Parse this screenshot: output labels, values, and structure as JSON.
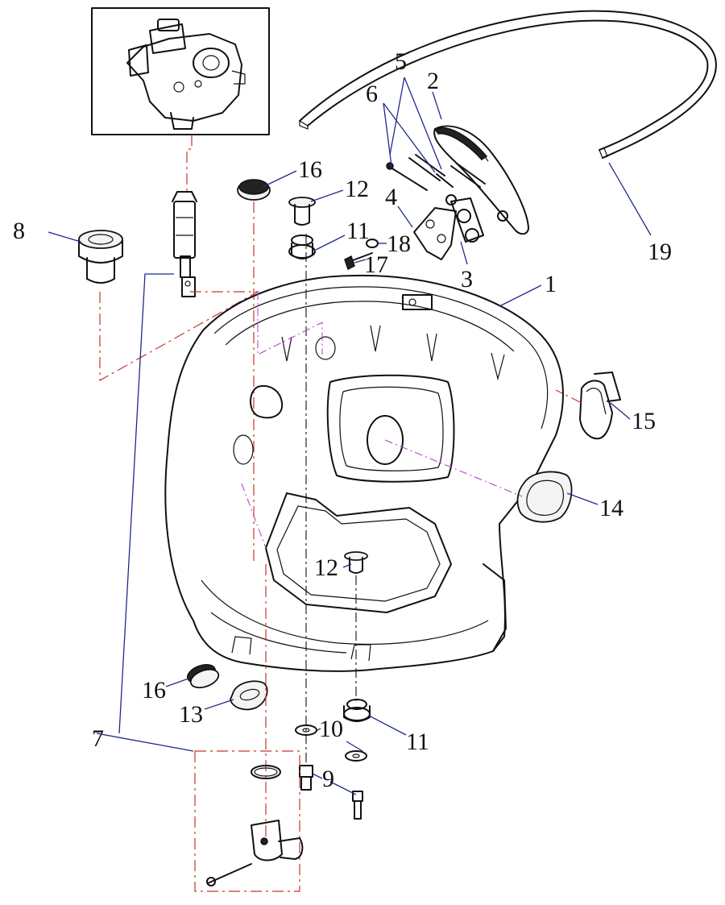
{
  "diagram": {
    "callouts": [
      {
        "id": "c1",
        "text": "1"
      },
      {
        "id": "c2",
        "text": "2"
      },
      {
        "id": "c3",
        "text": "3"
      },
      {
        "id": "c4",
        "text": "4"
      },
      {
        "id": "c5",
        "text": "5"
      },
      {
        "id": "c6",
        "text": "6"
      },
      {
        "id": "c7",
        "text": "7"
      },
      {
        "id": "c8",
        "text": "8"
      },
      {
        "id": "c9",
        "text": "9"
      },
      {
        "id": "c10",
        "text": "10"
      },
      {
        "id": "c11a",
        "text": "11"
      },
      {
        "id": "c11b",
        "text": "11"
      },
      {
        "id": "c12a",
        "text": "12"
      },
      {
        "id": "c12b",
        "text": "12"
      },
      {
        "id": "c13",
        "text": "13"
      },
      {
        "id": "c14",
        "text": "14"
      },
      {
        "id": "c15",
        "text": "15"
      },
      {
        "id": "c16a",
        "text": "16"
      },
      {
        "id": "c16b",
        "text": "16"
      },
      {
        "id": "c17",
        "text": "17"
      },
      {
        "id": "c18",
        "text": "18"
      },
      {
        "id": "c19",
        "text": "19"
      }
    ],
    "colors": {
      "line": "#111111",
      "leader": "#1f2a8a",
      "red_centerline": "#c0392b",
      "purple_centerline": "#b24ac8",
      "highlight": "#29c4d6"
    }
  }
}
